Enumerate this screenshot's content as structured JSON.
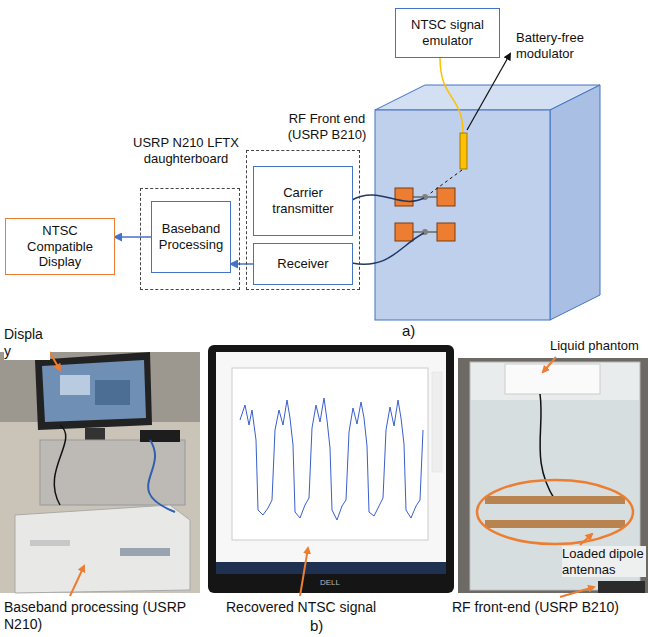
{
  "diagram": {
    "nodes": [
      {
        "text": [
          "NTSC signal emulator"
        ]
      },
      {
        "text": [
          "RF Front end (USRP B210)"
        ]
      },
      {
        "text": [
          "Carrier transmitter"
        ],
        "in": 1
      },
      {
        "text": [
          "Receiver"
        ],
        "in": 1
      },
      {
        "text": [
          "USRP N210 LFTX daughterboard"
        ]
      },
      {
        "text": [
          "Baseband Processing"
        ],
        "in": 4
      },
      {
        "text": [
          "NTSC Compatible Display"
        ]
      }
    ],
    "edges": [
      {
        "from": 3,
        "to": 5,
        "arrow": "to"
      },
      {
        "from": 5,
        "to": 6,
        "arrow": "to"
      }
    ],
    "labels": [
      "Battery-free modulator",
      "a)",
      "Displa y",
      "DELL",
      "Liquid phantom",
      "Loaded dipole antennas",
      "Baseband processing (USRP N210)",
      "Recovered NTSC signal",
      "RF front-end (USRP B210)",
      "b)"
    ]
  }
}
